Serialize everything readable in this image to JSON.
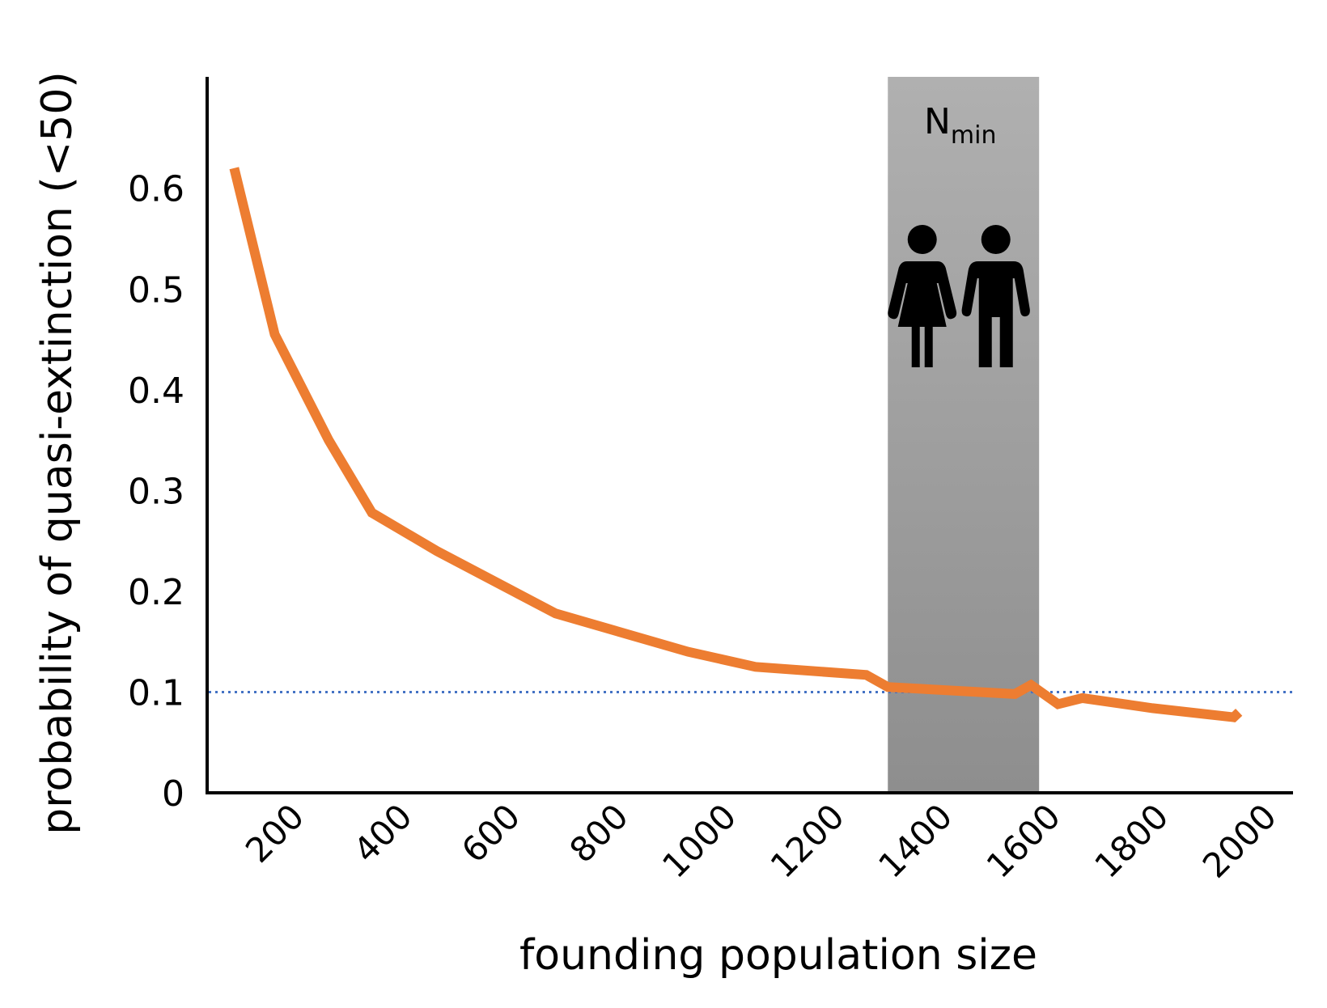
{
  "chart_data": {
    "type": "line",
    "xlabel": "founding population size",
    "ylabel": "probability of quasi-extinction (<50)",
    "xlim": [
      50,
      2060
    ],
    "ylim": [
      0,
      0.66
    ],
    "xticks": [
      200,
      400,
      600,
      800,
      1000,
      1200,
      1400,
      1600,
      1800,
      2000
    ],
    "yticks": [
      0,
      0.1,
      0.2,
      0.3,
      0.4,
      0.5,
      0.6
    ],
    "ytick_labels": [
      "0",
      "0.1",
      "0.2",
      "0.3",
      "0.4",
      "0.5",
      "0.6"
    ],
    "series": [
      {
        "color": "#ED7D31",
        "x": [
          100,
          175,
          275,
          355,
          475,
          695,
          940,
          1065,
          1270,
          1310,
          1545,
          1575,
          1625,
          1670,
          1800,
          1950,
          1960
        ],
        "y": [
          0.62,
          0.455,
          0.35,
          0.278,
          0.24,
          0.178,
          0.14,
          0.125,
          0.117,
          0.105,
          0.098,
          0.107,
          0.088,
          0.094,
          0.084,
          0.075,
          0.08
        ]
      }
    ],
    "reference_line": {
      "y": 0.1,
      "style": "dotted",
      "color": "#4472C4"
    },
    "shaded_region": {
      "x": [
        1310,
        1590
      ],
      "label_main": "N",
      "label_sub": "min",
      "icons": [
        "woman-icon",
        "man-icon"
      ],
      "color_top": "#B0B0B0",
      "color_bottom": "#8E8E8E"
    },
    "grid": false,
    "legend": "none"
  }
}
